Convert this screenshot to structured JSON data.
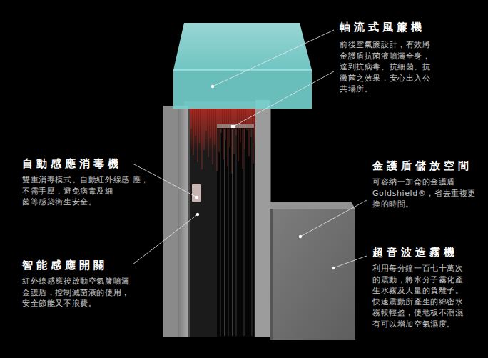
{
  "diagram": {
    "labels": [
      "軸流式風簾機",
      "前後空氣簾設計，有效將 金護盾抗菌液噴灑全身， 達到抗病毒、抗細菌、抗 黴菌之效果，安心出入公 共場所。",
      "自動感應消毒機",
      "雙重消毒模式。自動紅外線感 應，不需手壓，避免病毒及細 菌等感染衛生安全。",
      "金護盾儲放空間",
      "可容納一加侖的金護盾 Goldshield®，省去重複更 換的時間。",
      "超音波造霧機",
      "利用每分鐘一百七十萬次 的震動，將水分子霧化產 生水霧及大量的負離子。 快速震動所產生的綿密水 霧較輕盈，使地板不潮濕 有可以增加空氣濕度。",
      "智能感應開關",
      "紅外線感應後啟動空氣簾噴灑 金護盾，控制滅菌液的使用， 安全節能又不浪費。"
    ]
  }
}
